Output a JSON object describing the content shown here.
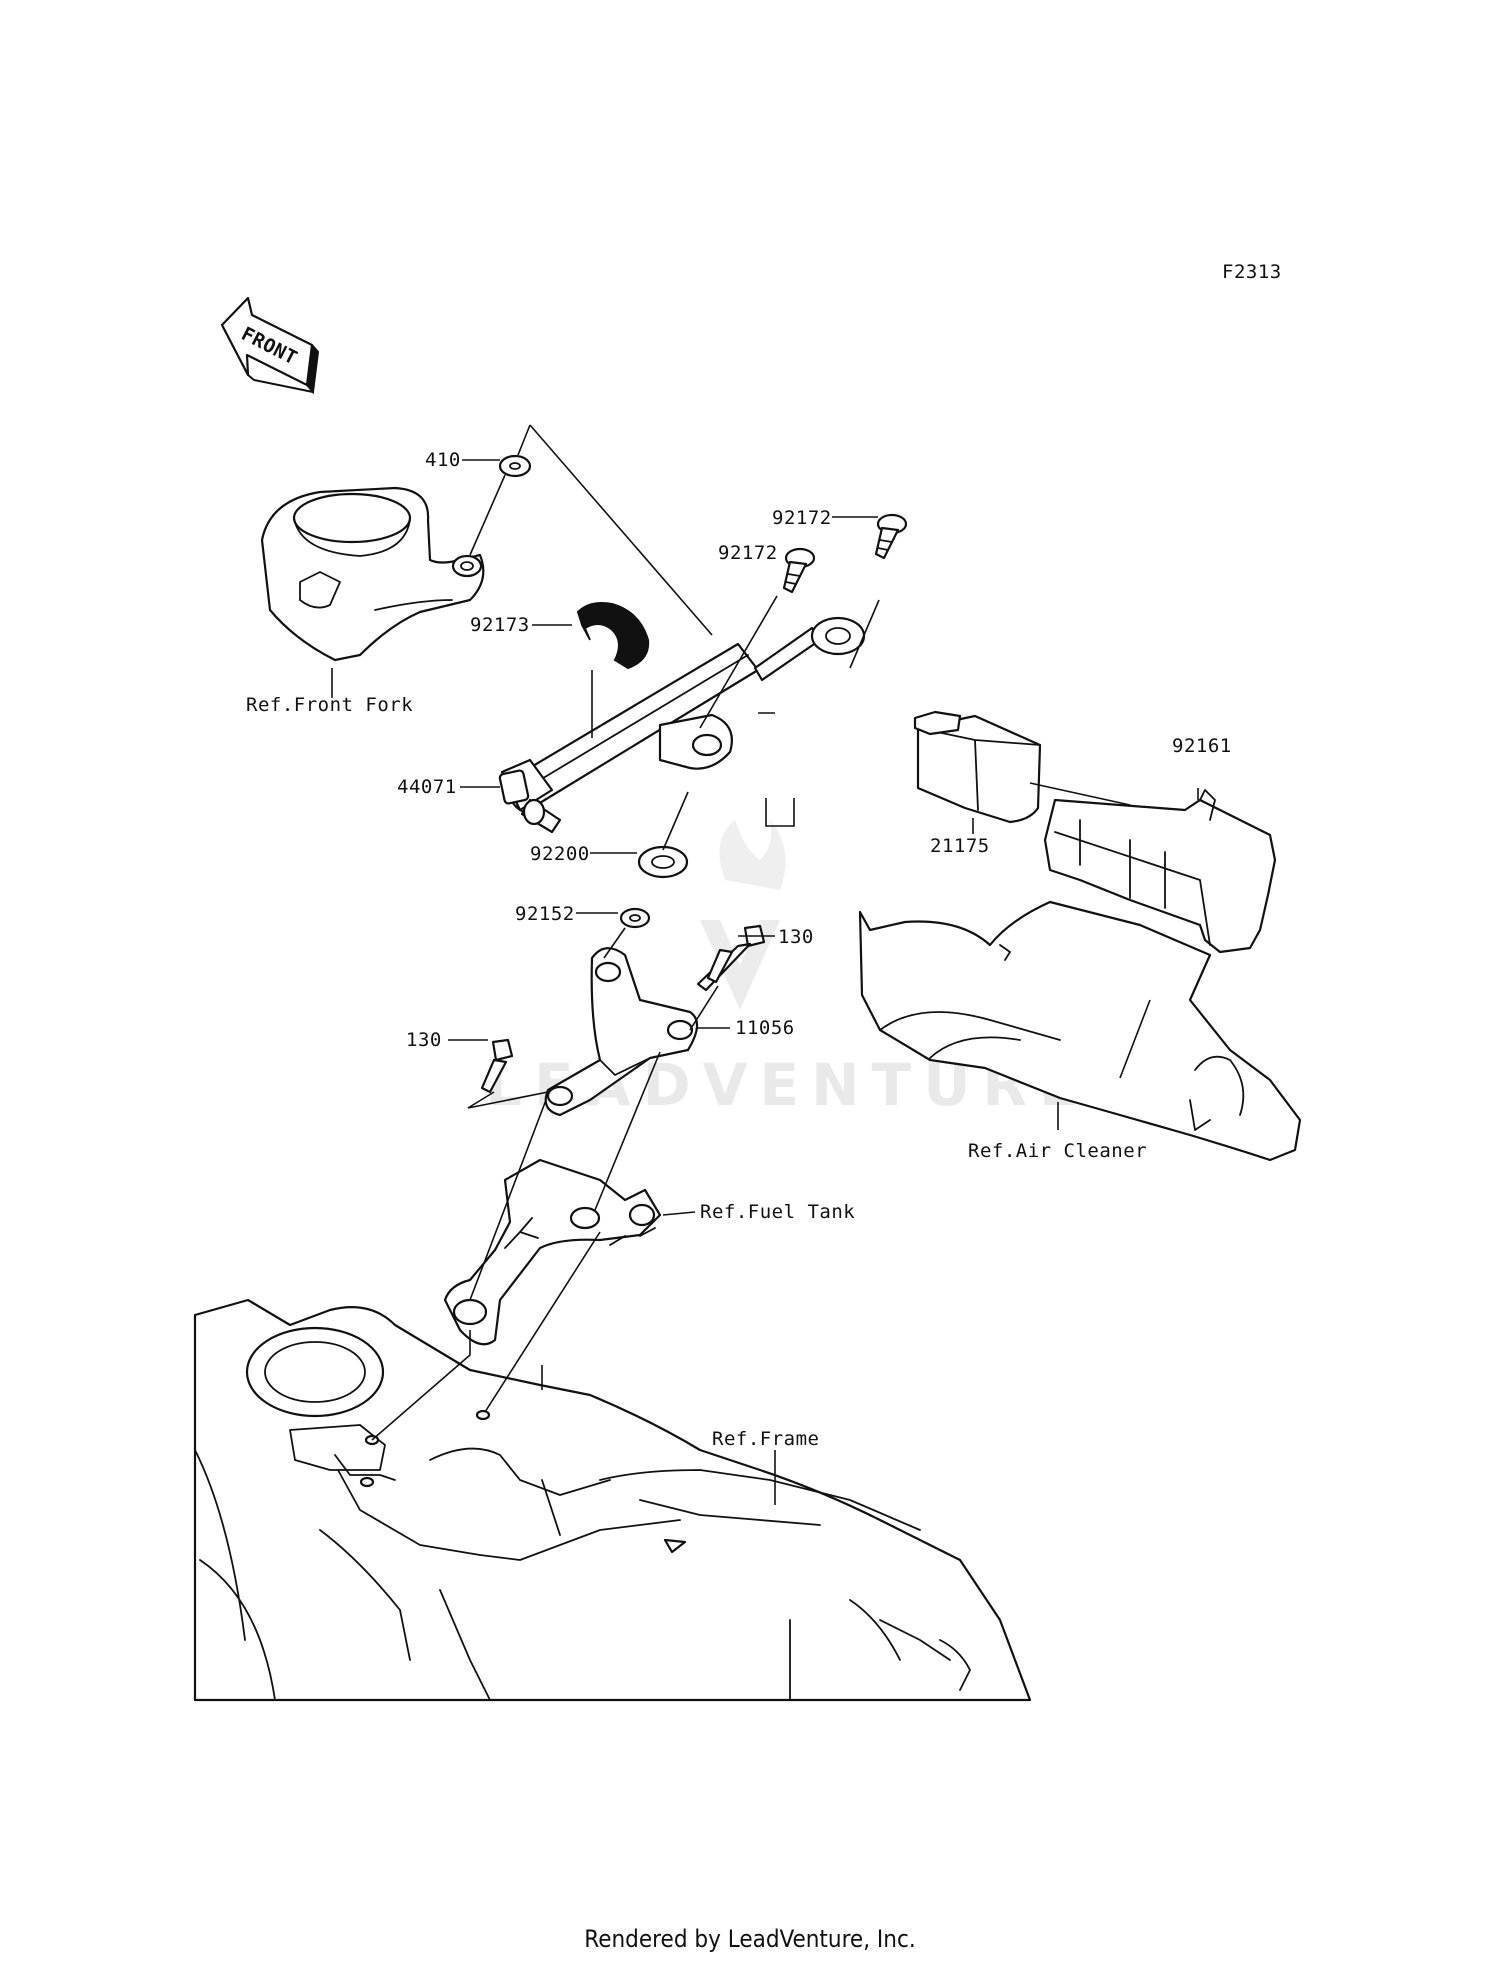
{
  "diagram_id": "F2313",
  "front_indicator": "FRONT",
  "watermark": "LEADVENTURE",
  "footer": "Rendered by LeadVenture, Inc.",
  "callouts": {
    "p410": "410",
    "p92172a": "92172",
    "p92172b": "92172",
    "p92173": "92173",
    "p44071": "44071",
    "p92200": "92200",
    "p92152": "92152",
    "p130a": "130",
    "p130b": "130",
    "p11056": "11056",
    "p21175": "21175",
    "p92161": "92161"
  },
  "references": {
    "front_fork": "Ref.Front Fork",
    "air_cleaner": "Ref.Air Cleaner",
    "fuel_tank": "Ref.Fuel Tank",
    "frame": "Ref.Frame"
  }
}
